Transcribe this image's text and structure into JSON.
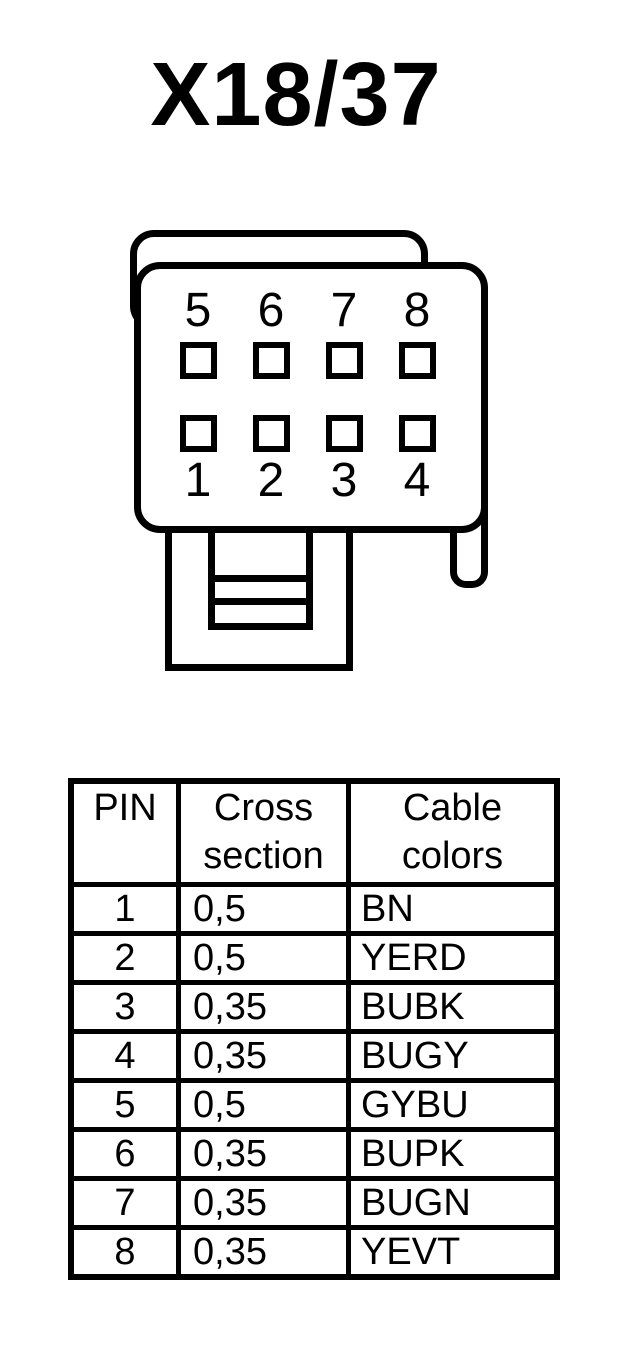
{
  "title": "X18/37",
  "colors": {
    "ink": "#000000",
    "background": "#ffffff"
  },
  "connector": {
    "top_row_pins": [
      "5",
      "6",
      "7",
      "8"
    ],
    "bottom_row_pins": [
      "1",
      "2",
      "3",
      "4"
    ]
  },
  "table": {
    "headers": [
      "PIN",
      "Cross section",
      "Cable colors"
    ],
    "rows": [
      {
        "pin": "1",
        "cross_section": "0,5",
        "cable_color": "BN"
      },
      {
        "pin": "2",
        "cross_section": "0,5",
        "cable_color": "YERD"
      },
      {
        "pin": "3",
        "cross_section": "0,35",
        "cable_color": "BUBK"
      },
      {
        "pin": "4",
        "cross_section": "0,35",
        "cable_color": "BUGY"
      },
      {
        "pin": "5",
        "cross_section": "0,5",
        "cable_color": "GYBU"
      },
      {
        "pin": "6",
        "cross_section": "0,35",
        "cable_color": "BUPK"
      },
      {
        "pin": "7",
        "cross_section": "0,35",
        "cable_color": "BUGN"
      },
      {
        "pin": "8",
        "cross_section": "0,35",
        "cable_color": "YEVT"
      }
    ]
  }
}
